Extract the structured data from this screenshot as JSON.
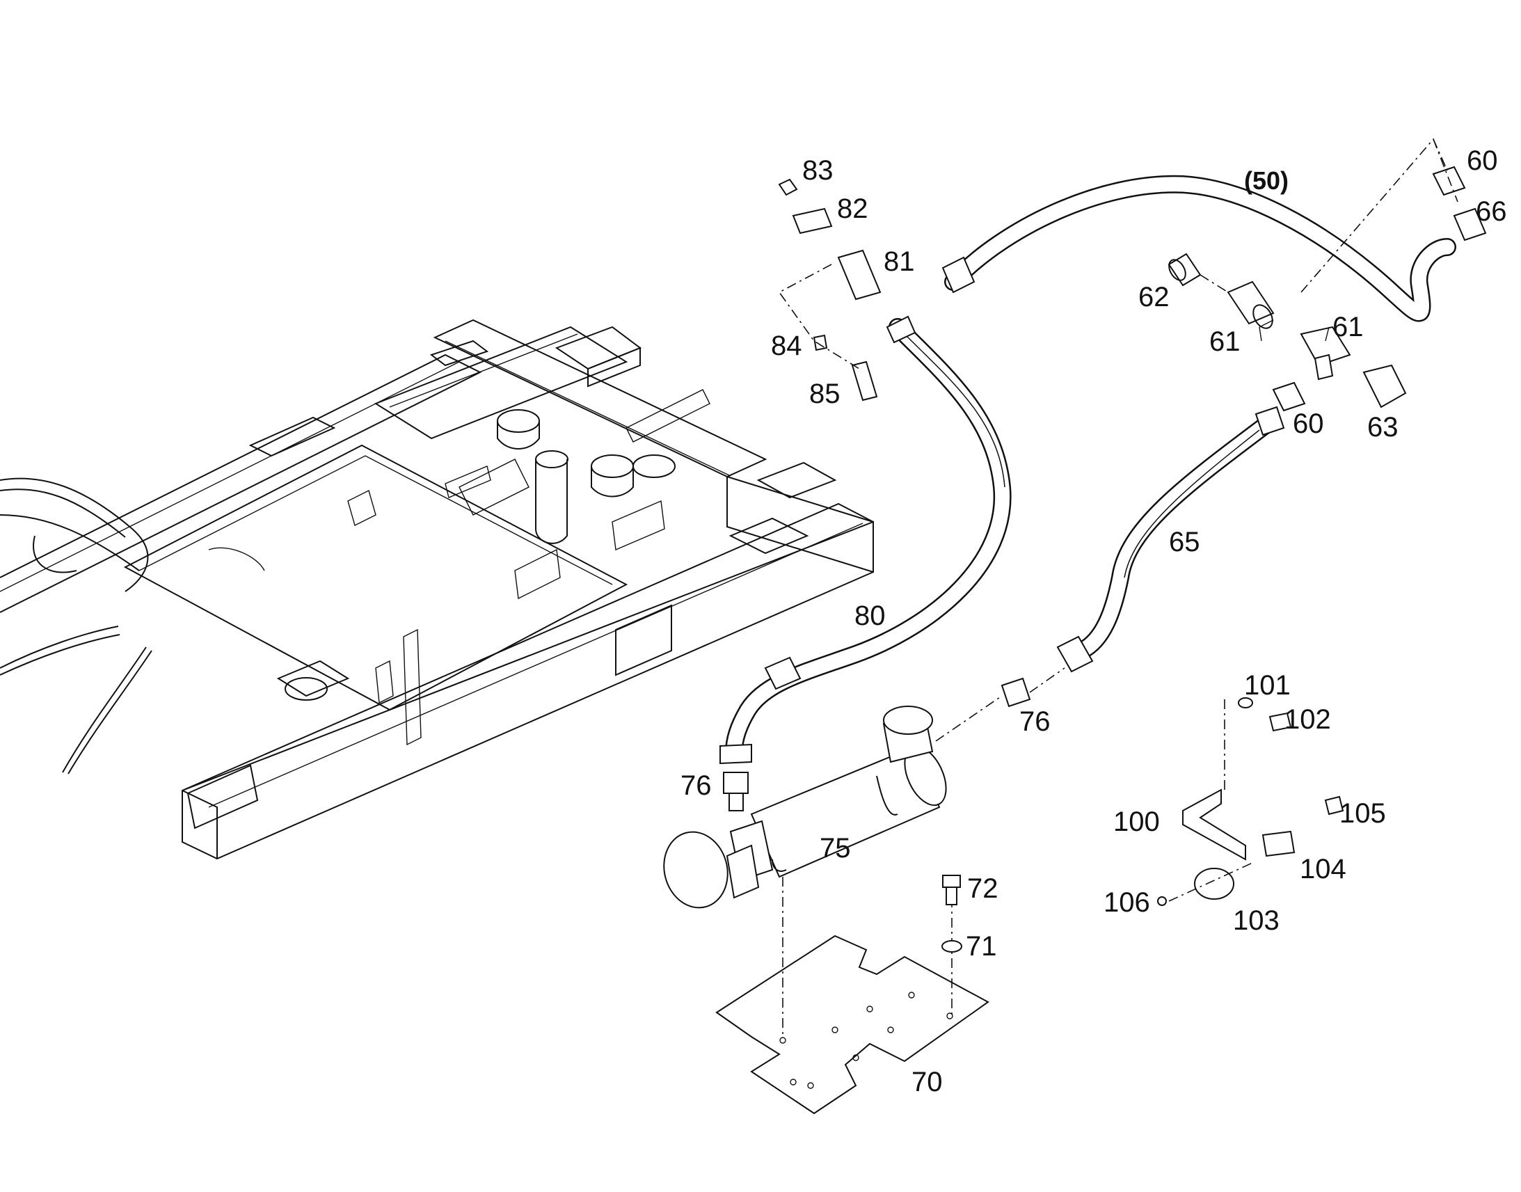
{
  "callouts": {
    "assembly": "(50)",
    "c60a": "60",
    "c66": "66",
    "c83": "83",
    "c82": "82",
    "c81": "81",
    "c84": "84",
    "c85": "85",
    "c62": "62",
    "c61a": "61",
    "c61b": "61",
    "c60b": "60",
    "c63": "63",
    "c65": "65",
    "c80": "80",
    "c76a": "76",
    "c76b": "76",
    "c75": "75",
    "c72": "72",
    "c71": "71",
    "c70": "70",
    "c101": "101",
    "c102": "102",
    "c100": "100",
    "c105": "105",
    "c104": "104",
    "c106": "106",
    "c103": "103"
  }
}
